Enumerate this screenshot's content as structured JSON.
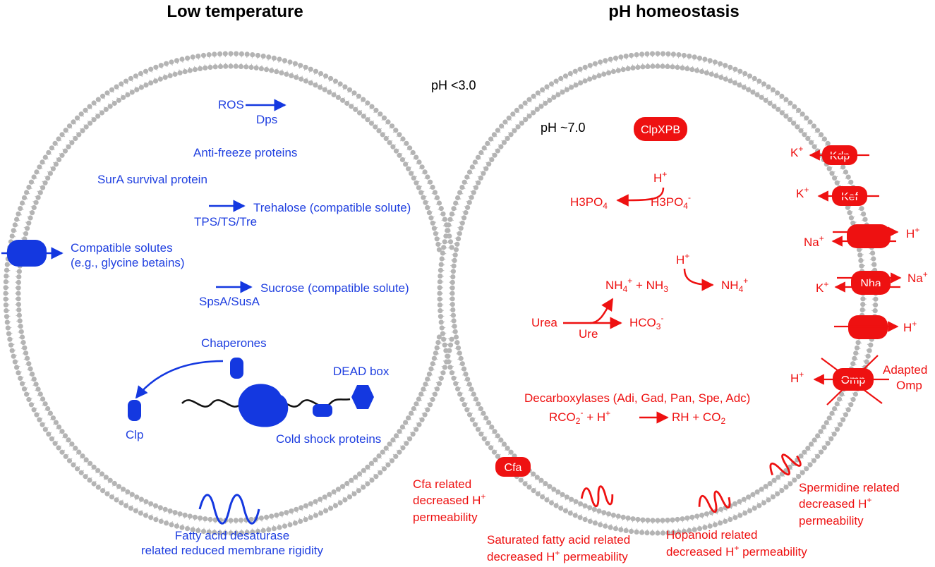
{
  "headings": {
    "left": "Low temperature",
    "right": "pH homeostasis"
  },
  "ph": {
    "outside": "pH <3.0",
    "inside": "pH ~7.0"
  },
  "low_temp": {
    "ros": "ROS",
    "dps": "Dps",
    "antifreeze": "Anti-freeze proteins",
    "sura": "SurA survival protein",
    "trehalose": "Trehalose (compatible solute)",
    "tps": "TPS/TS/Tre",
    "compatible1": "Compatible solutes",
    "compatible2": "(e.g., glycine betains)",
    "sucrose": "Sucrose (compatible solute)",
    "spsa": "SpsA/SusA",
    "chaperones": "Chaperones",
    "dead_box": "DEAD box",
    "clp": "Clp",
    "cold_shock": "Cold shock proteins",
    "desat1": "Fatty acid desaturase",
    "desat2": "related reduced membrane rigidity"
  },
  "ph_side": {
    "clpxpb": "ClpXPB",
    "h": "H",
    "k": "K",
    "na": "Na",
    "plus": "+",
    "minus": "-",
    "h3po4_left": "H3PO",
    "h3po4_left_sub": "4",
    "h3po4_right": "H3PO",
    "h3po4_right_sub": "4",
    "nh4": "NH",
    "nh4_sub": "4",
    "nh3_text": " + NH",
    "nh3_sub": "3",
    "nh4b": "NH",
    "nh4b_sub": "4",
    "urea": "Urea",
    "ure": "Ure",
    "hco3": "HCO",
    "hco3_sub": "3",
    "decarb": "Decarboxylases (Adi, Gad, Pan, Spe, Adc)",
    "rco2": "RCO",
    "rco2_sub": "2",
    "rco2_tail": " + H",
    "rh": "RH + CO",
    "rh_sub": "2",
    "transporters": {
      "kdp": "Kdp",
      "kef": "Kef",
      "nha": "Nha",
      "omp": "Omp",
      "cfa": "Cfa"
    },
    "adapted1": "Adapted",
    "adapted2": "Omp",
    "cfa_lbl1": "Cfa related",
    "cfa_lbl2": "decreased H",
    "cfa_lbl3": "permeability",
    "sat1": "Saturated fatty acid related",
    "sat2": "decreased H",
    "sat3": " permeability",
    "hop1": "Hopanoid related",
    "hop2": "decreased H",
    "hop3": " permeability",
    "sperm1": "Spermidine related",
    "sperm2": "decreased H",
    "sperm3": "permeability"
  },
  "colors": {
    "blue": "#1438e0",
    "red": "#ee1111",
    "membrane": "#b4b4b4"
  }
}
